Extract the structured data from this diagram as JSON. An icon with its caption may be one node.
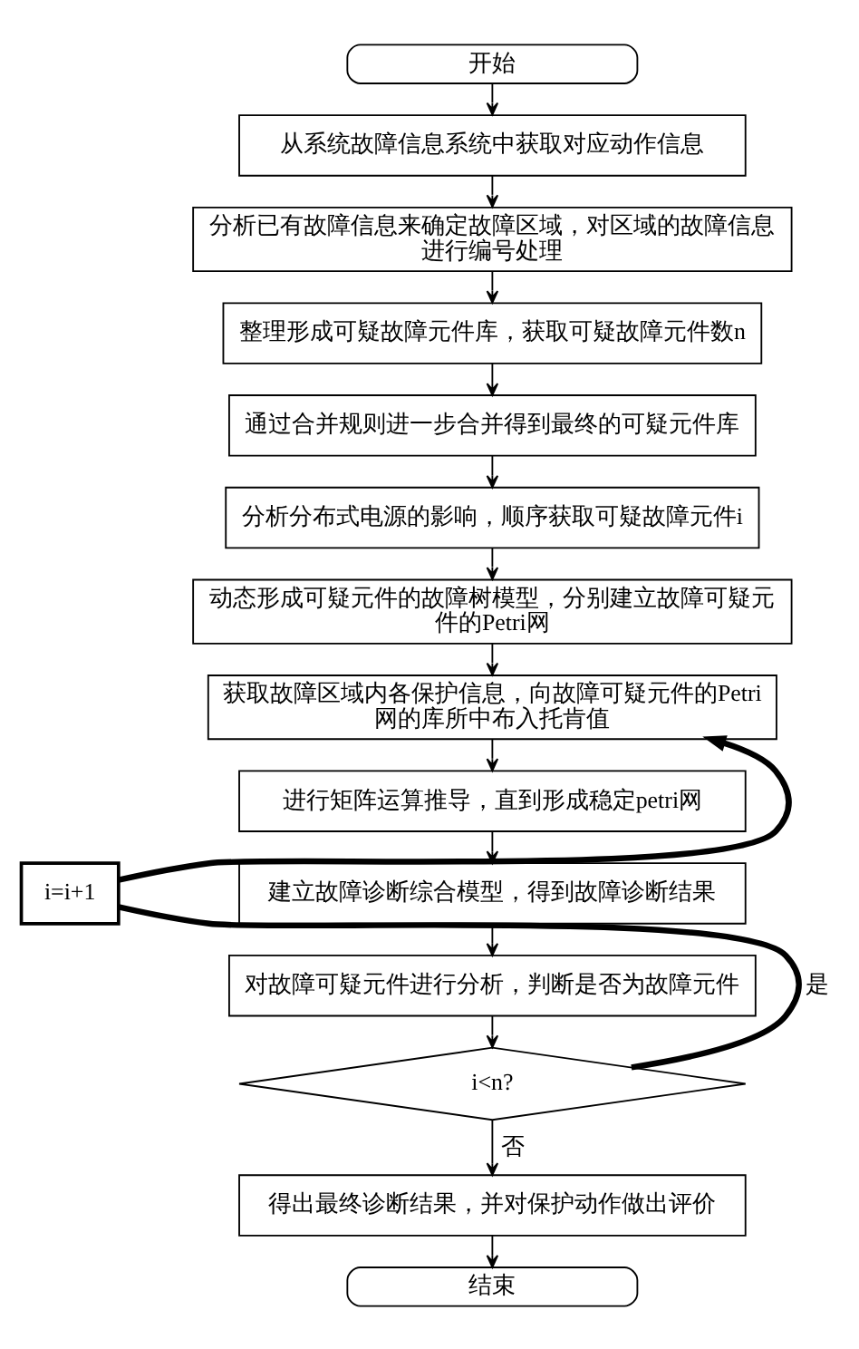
{
  "diagram": {
    "nodes": [
      {
        "text": [
          "开始"
        ]
      },
      {
        "text": [
          "从系统故障信息系统中获取对应动作信息"
        ]
      },
      {
        "text": [
          "分析已有故障信息来确定故障区域，对区域的故障信息进行编号处理"
        ]
      },
      {
        "text": [
          "整理形成可疑故障元件库，获取可疑故障元件数n"
        ]
      },
      {
        "text": [
          "通过合并规则进一步合并得到最终的可疑元件库"
        ]
      },
      {
        "text": [
          "分析分布式电源的影响，顺序获取可疑故障元件i"
        ]
      },
      {
        "text": [
          "动态形成可疑元件的故障树模型，分别建立故障可疑元件的Petri网"
        ]
      },
      {
        "text": [
          "获取故障区域内各保护信息，向故障可疑元件的Petri网的库所中布入托肯值"
        ]
      },
      {
        "text": [
          "进行矩阵运算推导，直到形成稳定petri网"
        ]
      },
      {
        "text": [
          "建立故障诊断综合模型，得到故障诊断结果"
        ]
      },
      {
        "text": [
          "对故障可疑元件进行分析，判断是否为故障元件"
        ]
      },
      {
        "text": [
          "i<n?"
        ]
      },
      {
        "text": [
          "i=i+1"
        ]
      },
      {
        "text": [
          "得出最终诊断结果，并对保护动作做出评价"
        ]
      },
      {
        "text": [
          "结束"
        ]
      }
    ],
    "edges": [
      {
        "from": 0,
        "to": 1,
        "arrow": "to"
      },
      {
        "from": 1,
        "to": 2,
        "arrow": "to"
      },
      {
        "from": 2,
        "to": 3,
        "arrow": "to"
      },
      {
        "from": 3,
        "to": 4,
        "arrow": "to"
      },
      {
        "from": 4,
        "to": 5,
        "arrow": "to"
      },
      {
        "from": 5,
        "to": 6,
        "arrow": "to"
      },
      {
        "from": 6,
        "to": 7,
        "arrow": "to"
      },
      {
        "from": 7,
        "to": 8,
        "arrow": "to"
      },
      {
        "from": 8,
        "to": 9,
        "arrow": "to"
      },
      {
        "from": 9,
        "to": 10,
        "arrow": "to"
      },
      {
        "from": 10,
        "to": 11,
        "arrow": "to"
      },
      {
        "from": 11,
        "to": 12,
        "arrow": "none",
        "label": "是",
        "style": "thick"
      },
      {
        "from": 12,
        "to": 7,
        "arrow": "to",
        "style": "thick"
      },
      {
        "from": 11,
        "to": 13,
        "arrow": "to",
        "label": "否"
      },
      {
        "from": 13,
        "to": 14,
        "arrow": "to"
      }
    ]
  }
}
